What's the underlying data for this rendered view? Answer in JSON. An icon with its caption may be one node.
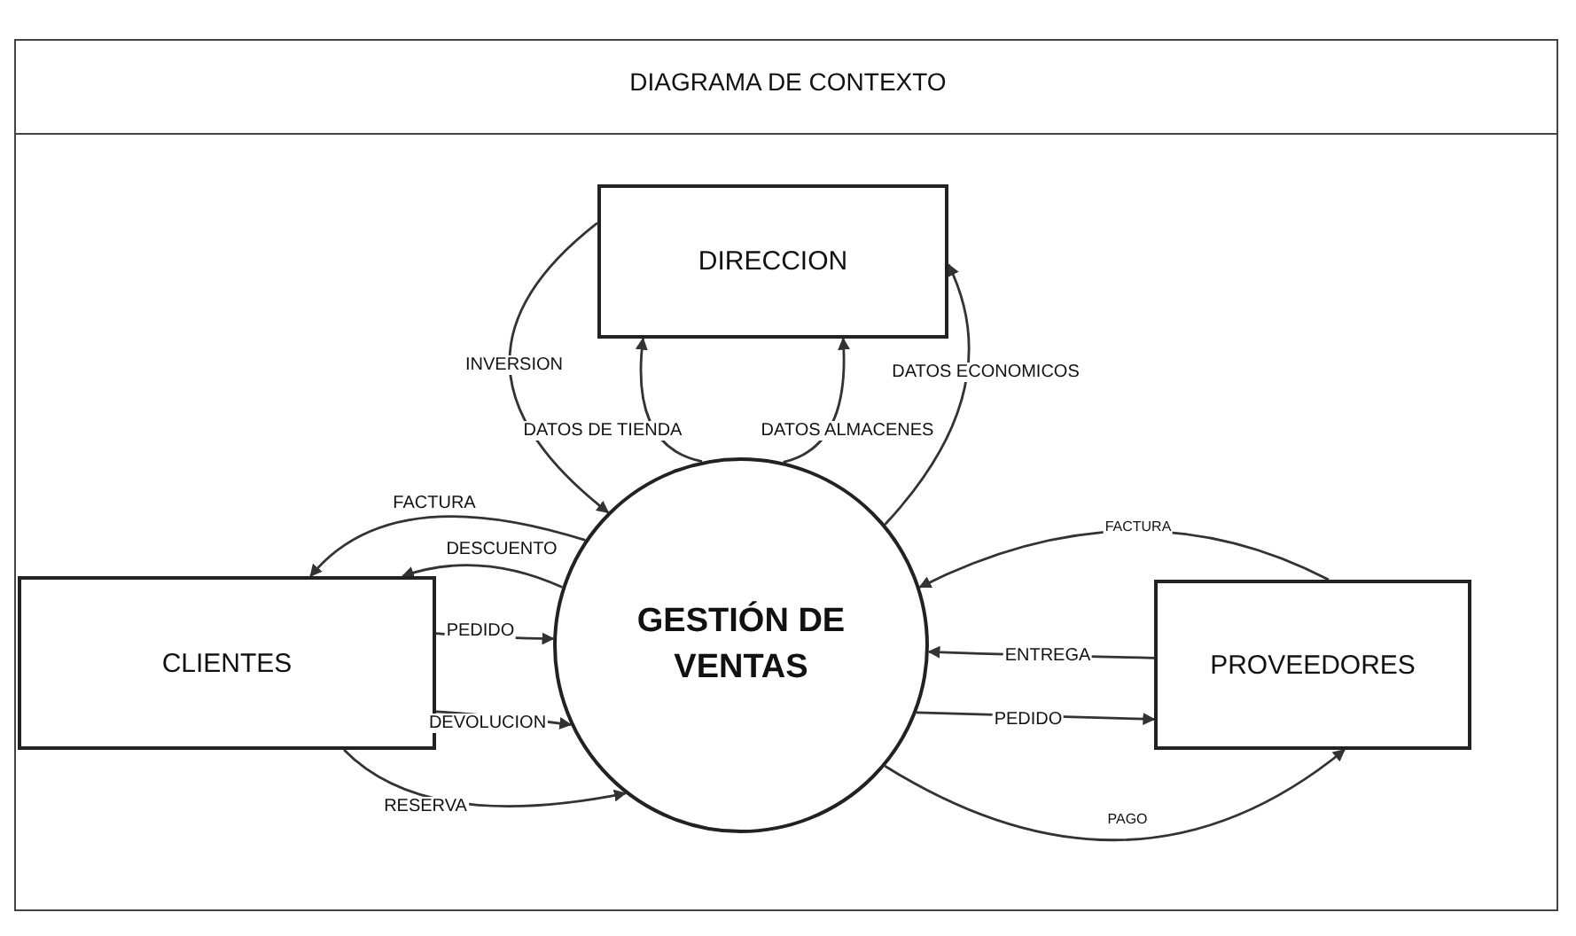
{
  "diagram": {
    "title": "DIAGRAMA DE CONTEXTO",
    "nodes": [
      {
        "text": [
          "DIRECCION"
        ]
      },
      {
        "text": [
          "GESTIÓN DE VENTAS"
        ]
      },
      {
        "text": [
          "CLIENTES"
        ]
      },
      {
        "text": [
          "PROVEEDORES"
        ]
      }
    ],
    "edges": [
      {
        "from": 0,
        "to": 1,
        "arrow": "to",
        "label": "INVERSION"
      },
      {
        "from": 1,
        "to": 0,
        "arrow": "to",
        "label": "DATOS DE TIENDA"
      },
      {
        "from": 1,
        "to": 0,
        "arrow": "to",
        "label": "DATOS ALMACENES"
      },
      {
        "from": 1,
        "to": 0,
        "arrow": "to",
        "label": "DATOS ECONOMICOS"
      },
      {
        "from": 1,
        "to": 2,
        "arrow": "to",
        "label": "FACTURA"
      },
      {
        "from": 1,
        "to": 2,
        "arrow": "to",
        "label": "DESCUENTO"
      },
      {
        "from": 2,
        "to": 1,
        "arrow": "to",
        "label": "PEDIDO"
      },
      {
        "from": 2,
        "to": 1,
        "arrow": "to",
        "label": "DEVOLUCION"
      },
      {
        "from": 2,
        "to": 1,
        "arrow": "to",
        "label": "RESERVA"
      },
      {
        "from": 3,
        "to": 1,
        "arrow": "to",
        "label": "FACTURA"
      },
      {
        "from": 3,
        "to": 1,
        "arrow": "to",
        "label": "ENTREGA"
      },
      {
        "from": 1,
        "to": 3,
        "arrow": "to",
        "label": "PEDIDO"
      },
      {
        "from": 1,
        "to": 3,
        "arrow": "to",
        "label": "PAGO"
      }
    ]
  }
}
